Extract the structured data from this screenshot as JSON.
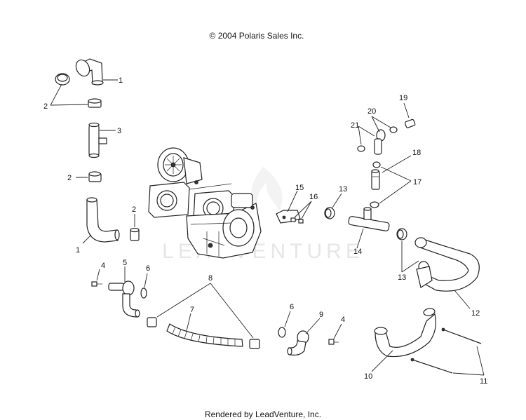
{
  "copyright": "© 2004 Polaris Sales Inc.",
  "footer": "Rendered by LeadVenture, Inc.",
  "watermark": "LEADVENTURE",
  "callouts": [
    "1",
    "2",
    "3",
    "2",
    "2",
    "1",
    "4",
    "5",
    "6",
    "8",
    "7",
    "6",
    "9",
    "4",
    "10",
    "11",
    "12",
    "13",
    "13",
    "14",
    "15",
    "16",
    "17",
    "18",
    "19",
    "20",
    "21"
  ]
}
